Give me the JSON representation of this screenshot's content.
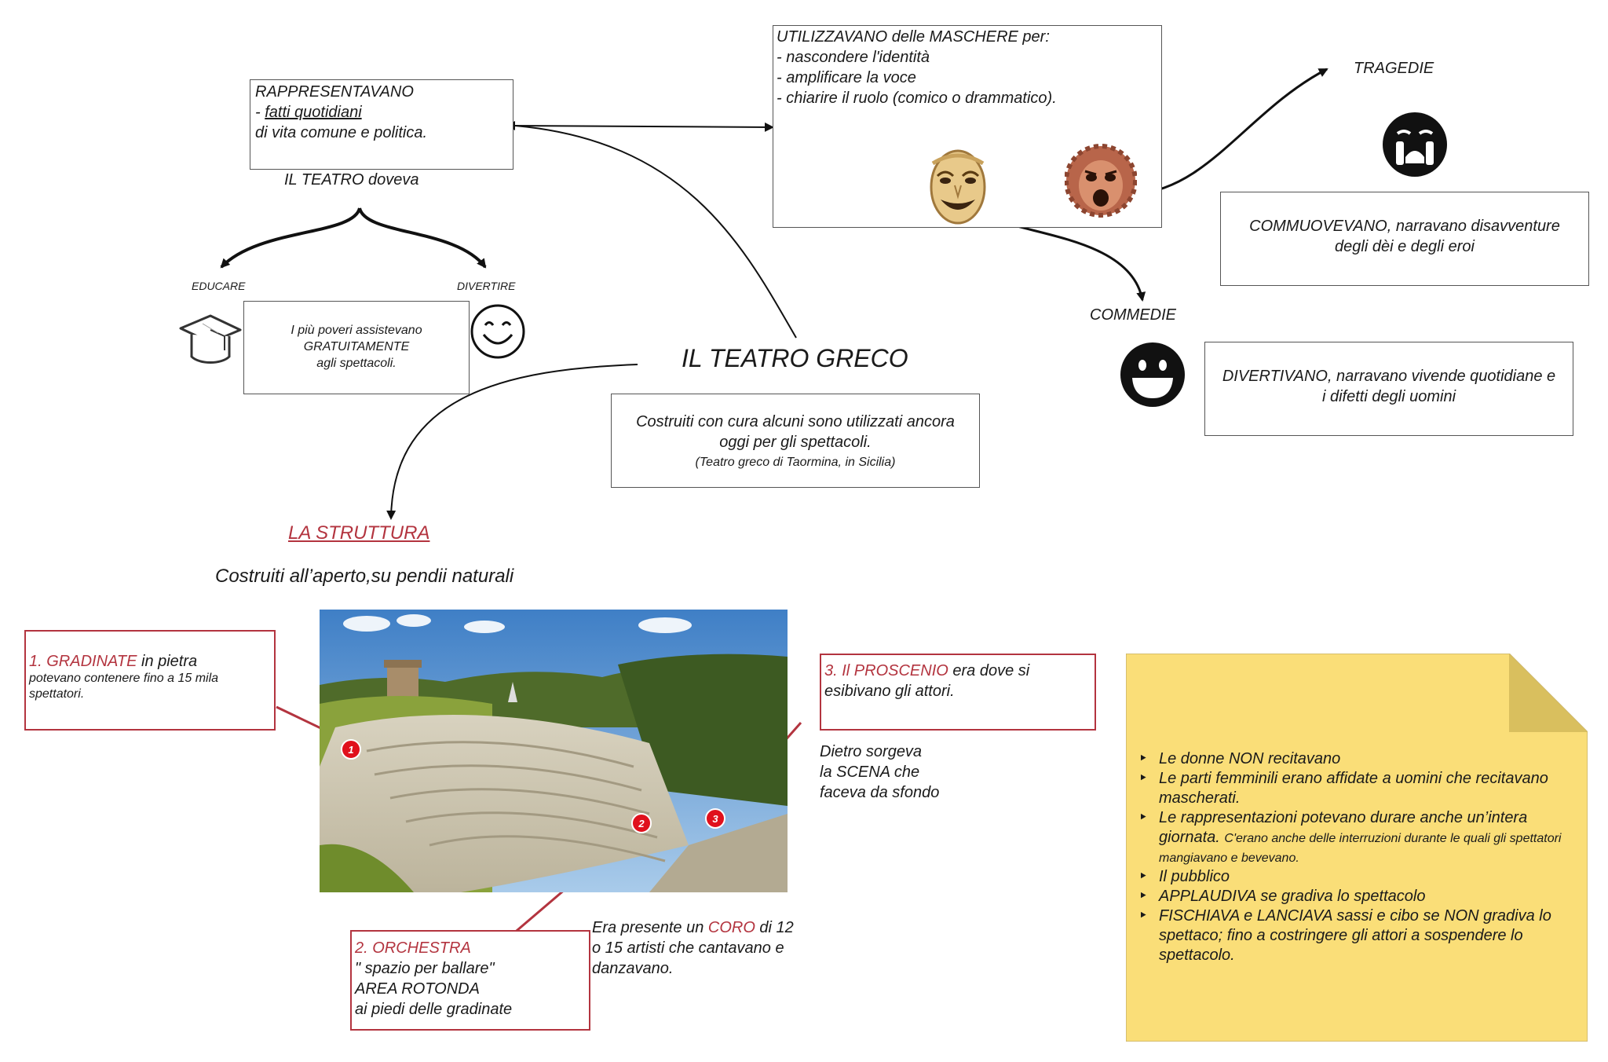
{
  "title": "IL TEATRO GRECO",
  "intro_box": {
    "line1": "Costruiti con cura alcuni sono utilizzati ancora",
    "line2": "oggi per gli spettacoli.",
    "note": "(Teatro greco di Taormina, in Sicilia)"
  },
  "rappresentavano": {
    "line1": "RAPPRESENTAVANO",
    "line2_prefix": " - ",
    "line2_underlined": "fatti quotidiani",
    "line3": "di vita comune e politica."
  },
  "teatro_doveva": "IL TEATRO doveva",
  "educare": "EDUCARE",
  "divertire": "DIVERTIRE",
  "poveri_box": {
    "line1": "I più poveri assistevano",
    "line2": "GRATUITAMENTE",
    "line3": "agli spettacoli."
  },
  "maschere_box": {
    "line1": "UTILIZZAVANO delle MASCHERE per:",
    "line2": "- nascondere l'identità",
    "line3": "- amplificare la voce",
    "line4": "- chiarire  il ruolo (comico o drammatico)."
  },
  "tragedie": {
    "label": "TRAGEDIE",
    "line1": "COMMUOVEVANO, narravano disavventure",
    "line2": "degli dèi e degli eroi"
  },
  "commedie": {
    "label": "COMMEDIE",
    "line1": "DIVERTIVANO, narravano vivende quotidiane e",
    "line2": "i difetti degli uomini"
  },
  "struttura": {
    "heading": "LA STRUTTURA",
    "subtitle": "Costruiti all’aperto,su pendii naturali"
  },
  "gradinate": {
    "num_label": "1. GRADINATE",
    "rest": " in pietra",
    "line2": " potevano contenere fino a 15 mila",
    "line3": "spettatori."
  },
  "orchestra": {
    "num_label": "2. ORCHESTRA",
    "line2": " \" spazio per ballare\"",
    "line3": "AREA ROTONDA",
    "line4": "ai piedi delle gradinate"
  },
  "proscenio": {
    "prefix": "3. Il ",
    "keyword": "PROSCENIO",
    "rest": " era dove si",
    "line2": "esibivano gli attori."
  },
  "scena": {
    "line1": "Dietro sorgeva",
    "line2": "la SCENA che",
    "line3": "faceva da sfondo"
  },
  "coro": {
    "prefix": "Era presente un  ",
    "keyword": "CORO",
    "rest": " di 12",
    "line2": "o 15 artisti che cantavano e",
    "line3": "danzavano."
  },
  "markers": [
    "1",
    "2",
    "3"
  ],
  "note": {
    "items": [
      {
        "text": "Le donne NON  recitavano",
        "small": ""
      },
      {
        "text": "Le parti femminili erano affidate a uomini che recitavano mascherati.",
        "small": ""
      },
      {
        "text": "Le rappresentazioni potevano durare anche un’intera giornata. ",
        "small": "C'erano anche delle interruzioni durante le quali gli spettatori mangiavano e bevevano."
      },
      {
        "text": "Il pubblico",
        "small": ""
      },
      {
        "text": "APPLAUDIVA se gradiva lo spettacolo",
        "small": ""
      },
      {
        "text": "FISCHIAVA e LANCIAVA  sassi e cibo se NON gradiva lo spettaco; fino a costringere gli attori a sospendere lo spettacolo.",
        "small": ""
      }
    ]
  },
  "colors": {
    "accent_red": "#b3343f",
    "note_yellow": "#fade78",
    "note_fold": "#d9bf5e",
    "marker_red": "#e0101c"
  },
  "icons": [
    "graduation-cap-icon",
    "smiley-outline-icon",
    "crying-face-icon",
    "laughing-face-icon",
    "comic-mask-icon",
    "tragic-mask-icon"
  ]
}
